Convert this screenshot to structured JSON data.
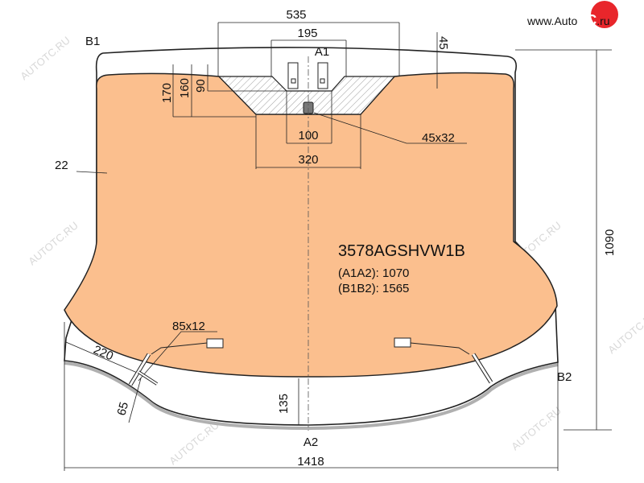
{
  "logo": {
    "text_prefix": "www.Auto",
    "text_brand": "TC",
    "text_suffix": ".ru",
    "brand_color": "#e8262b"
  },
  "watermark": "AUTOTC.RU",
  "part_number": "3578AGSHVW1B",
  "diagonals": {
    "a1a2": "(A1A2): 1070",
    "b1b2": "(B1B2): 1565"
  },
  "points": {
    "a1": "A1",
    "a2": "A2",
    "b1": "B1",
    "b2": "B2"
  },
  "dimensions": {
    "top_width": "535",
    "bracket_width": "195",
    "top_offset": "45",
    "h170": "170",
    "h160": "160",
    "h90": "90",
    "sensor_100": "100",
    "zone_320": "320",
    "sensor_size": "45x32",
    "side_22": "22",
    "total_height": "1090",
    "total_width": "1418",
    "heater_size": "85x12",
    "d220": "220",
    "d65": "65",
    "d135": "135"
  },
  "colors": {
    "glass_tint": "#fbbf8e",
    "edge": "#b0b0b0",
    "outline": "#222222"
  }
}
